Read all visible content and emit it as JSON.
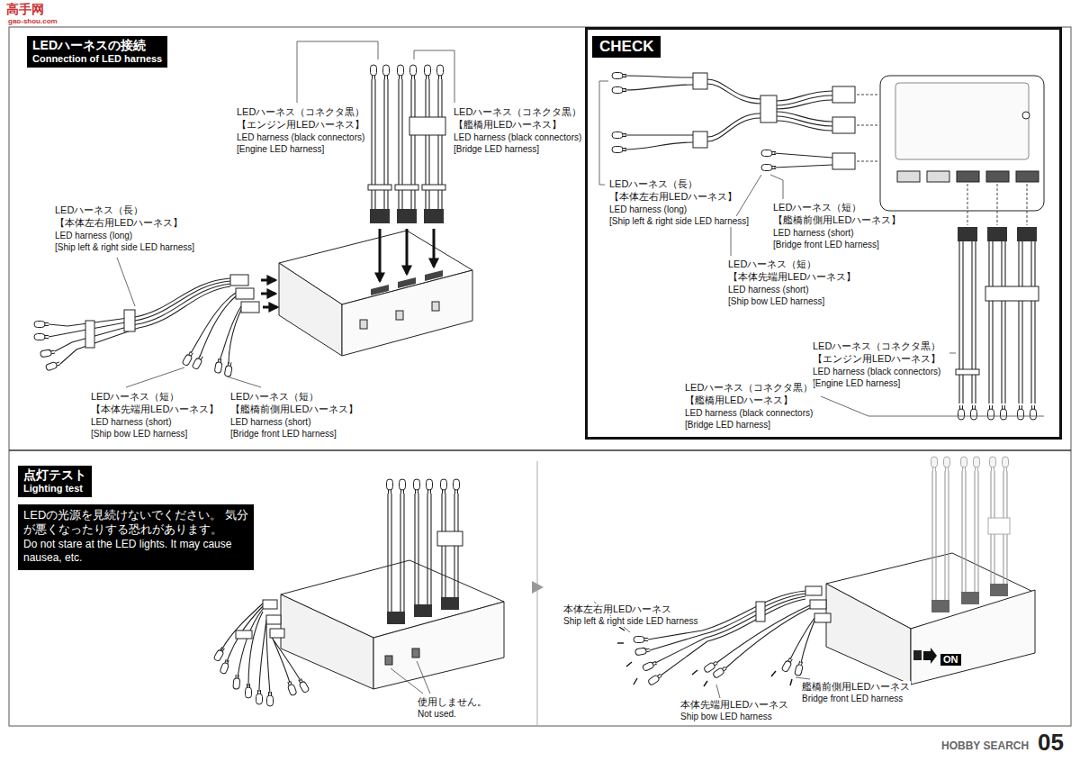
{
  "diagram": {
    "nodes": [
      {
        "text": [
          "LEDハーネスの接続",
          "Connection of LED harness"
        ]
      },
      {
        "text": [
          "CHECK"
        ]
      },
      {
        "text": [
          "点灯テスト",
          "Lighting test"
        ]
      },
      {
        "text": [
          "LEDの光源を見続けないでください。 気分が悪くなったりする恐れがあります。",
          "Do not stare at the LED lights. It may cause nausea, etc."
        ]
      }
    ],
    "labels": [
      "LEDハーネス（コネクタ黒）",
      "【エンジン用LEDハーネス】",
      "LED harness (black connectors)",
      "[Engine LED harness]",
      "LEDハーネス（コネクタ黒）",
      "【艦橋用LEDハーネス】",
      "LED harness (black connectors)",
      "[Bridge LED harness]",
      "LEDハーネス（長）",
      "【本体左右用LEDハーネス】",
      "LED harness (long)",
      "[Ship left & right side LED harness]",
      "LEDハーネス（短）",
      "【本体先端用LEDハーネス】",
      "LED harness (short)",
      "[Ship bow LED harness]",
      "LEDハーネス（短）",
      "【艦橋前側用LEDハーネス】",
      "LED harness (short)",
      "[Bridge front LED harness]",
      "LEDハーネス（長）",
      "【本体左右用LEDハーネス】",
      "LED harness (long)",
      "[Ship left & right side LED harness]",
      "LEDハーネス（短）",
      "【艦橋前側用LEDハーネス】",
      "LED harness (short)",
      "[Bridge front LED harness]",
      "LEDハーネス（短）",
      "【本体先端用LEDハーネス】",
      "LED harness (short)",
      "[Ship bow LED harness]",
      "LEDハーネス（コネクタ黒）",
      "【エンジン用LEDハーネス】",
      "LED harness (black connectors)",
      "[Engine LED harness]",
      "LEDハーネス（コネクタ黒）",
      "【艦橋用LEDハーネス】",
      "LED harness (black connectors)",
      "[Bridge LED harness]",
      "使用しません。",
      "Not used.",
      "本体左右用LEDハーネス",
      "Ship left & right side LED harness",
      "本体先端用LEDハーネス",
      "Ship bow LED harness",
      "艦橋前側用LEDハーネス",
      "Bridge front LED harness",
      "ON",
      "05",
      "HOBBY SEARCH",
      "高手网",
      "gao-shou.com"
    ]
  }
}
